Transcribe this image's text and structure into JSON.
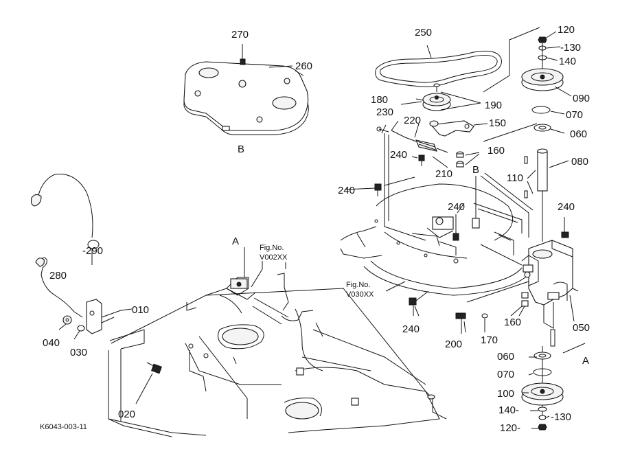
{
  "figure": {
    "code": "K6043-003-11",
    "view_markers": {
      "a_top": "A",
      "a_right": "A",
      "b_bottom": "B",
      "b_center": "B"
    },
    "fig_refs": [
      {
        "line1": "Fig.No.",
        "line2": "V002XX"
      },
      {
        "line1": "Fig.No.",
        "line2": "V030XX"
      }
    ]
  },
  "parts": {
    "p010": "010",
    "p020": "020",
    "p030": "030",
    "p040": "040",
    "p050": "050",
    "p060a": "060",
    "p060b": "060",
    "p070a": "070",
    "p070b": "070",
    "p080": "080",
    "p090": "090",
    "p100": "100",
    "p110": "110",
    "p120a": "120",
    "p120b": "120-",
    "p130a": "-130",
    "p130b": "-130",
    "p140a": "140",
    "p140b": "140-",
    "p150": "150",
    "p160a": "160",
    "p160b": "160",
    "p170": "170",
    "p180": "180",
    "p190": "190",
    "p200": "200",
    "p210": "210",
    "p220": "220",
    "p230": "230",
    "p240a": "240",
    "p240b": "240",
    "p240c": "240",
    "p240d": "240",
    "p240e": "240",
    "p250": "250",
    "p260": "260",
    "p270": "270",
    "p280": "280",
    "p290": "-290"
  }
}
